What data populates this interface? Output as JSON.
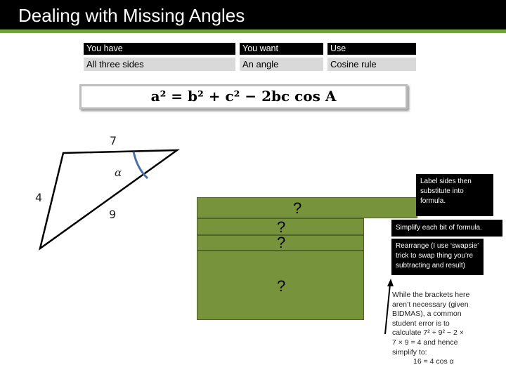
{
  "title": "Dealing with Missing Angles",
  "table": {
    "headers": [
      "You have",
      "You want",
      "Use"
    ],
    "row": [
      "All three sides",
      "An angle",
      "Cosine rule"
    ]
  },
  "formula": "a² = b² + c² − 2bc cos A",
  "triangle": {
    "side_top": "7",
    "side_left": "4",
    "side_bottom": "9",
    "angle": "α"
  },
  "boxes": {
    "q1": "?",
    "q2": "?",
    "q3": "?",
    "q4": "?"
  },
  "callouts": {
    "label_sides": "Label sides then substitute into formula.",
    "simplify": "Simplify each bit of formula.",
    "rearrange": "Rearrange (I use ‘swapsie’ trick to swap thing you’re subtracting and result)"
  },
  "note": {
    "line1": "While the brackets here",
    "line2": "aren’t necessary (given",
    "line3": "BIDMAS), a common",
    "line4": "student error is to",
    "line5": "calculate 7² + 9² − 2 ×",
    "line6": "7 × 9 = 4 and hence",
    "line7": "simplify to:",
    "line8": "16 = 4 cos α"
  },
  "colors": {
    "accent": "#70a33c",
    "box_fill": "#77933c",
    "triangle_angle_arc": "#4a6fa5"
  }
}
